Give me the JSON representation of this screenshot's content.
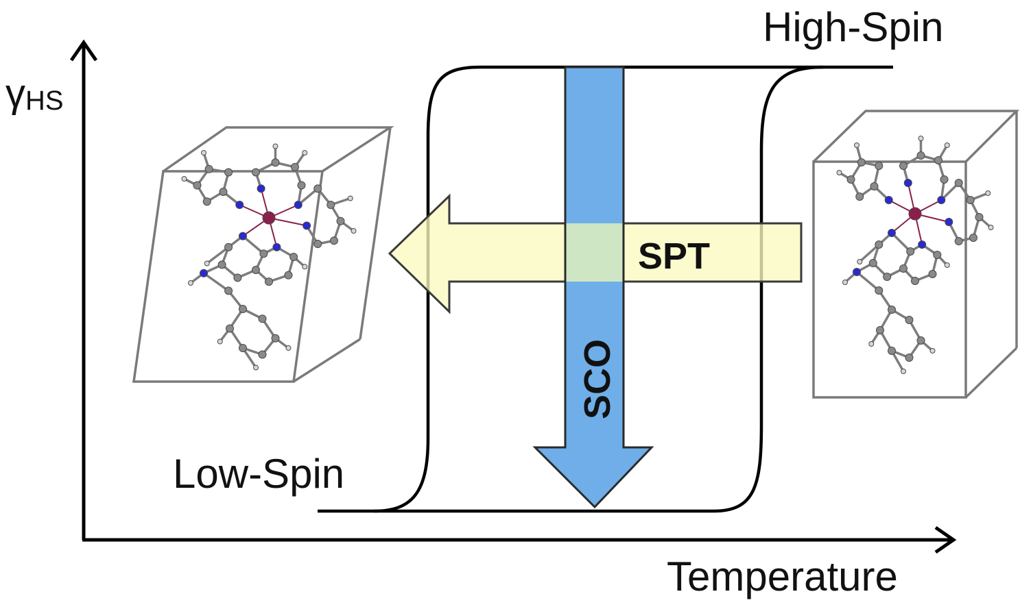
{
  "axes": {
    "y_label_main": "γ",
    "y_label_sub": "HS",
    "x_label": "Temperature"
  },
  "states": {
    "high": "High-Spin",
    "low": "Low-Spin"
  },
  "arrows": {
    "spt": "SPT",
    "sco": "SCO"
  },
  "colors": {
    "axis": "#000000",
    "curve": "#000000",
    "spt_arrow": "#fafac0",
    "sco_arrow": "#6faee8",
    "overlap": "#cfe6c4",
    "cell_edge": "#7a7a7a",
    "bond": "#7d7d7d",
    "carbon": "#8a8a8a",
    "hydrogen": "#d8d8d8",
    "nitrogen": "#2a2ad0",
    "metal": "#8a1f4c"
  }
}
